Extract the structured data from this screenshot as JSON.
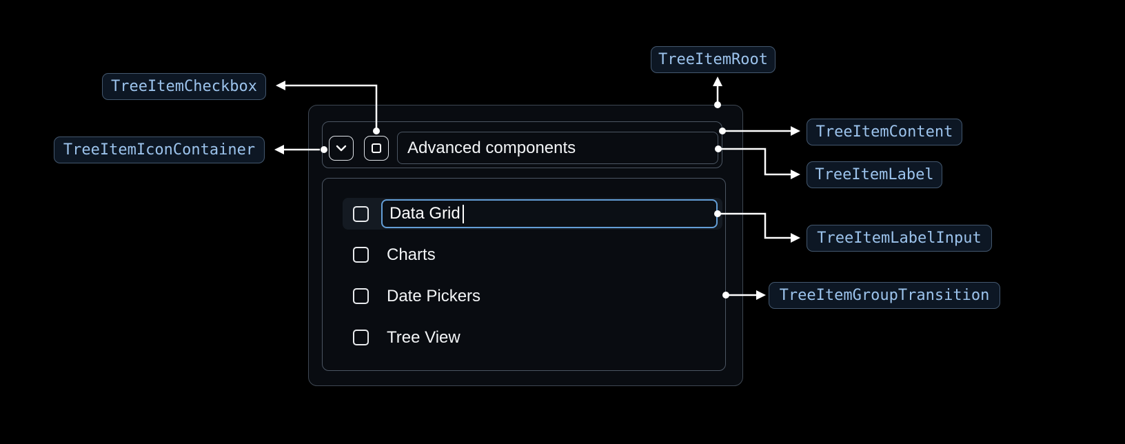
{
  "anatomy_labels": {
    "tree_item_root": "TreeItemRoot",
    "tree_item_checkbox": "TreeItemCheckbox",
    "tree_item_icon_container": "TreeItemIconContainer",
    "tree_item_content": "TreeItemContent",
    "tree_item_label": "TreeItemLabel",
    "tree_item_label_input": "TreeItemLabelInput",
    "tree_item_group_transition": "TreeItemGroupTransition"
  },
  "tree_view": {
    "parent_item": {
      "label": "Advanced components"
    },
    "editing_item": {
      "value": "Data Grid"
    },
    "child_items": [
      "Charts",
      "Date Pickers",
      "Tree View"
    ]
  },
  "icons": {
    "expand": "chevron-down-icon",
    "checkbox_glyph": "square-outline"
  },
  "colors": {
    "background": "#000000",
    "pill_text": "#9cc3ec",
    "pill_border": "#44586f",
    "pill_background": "#0d1724",
    "component_border": "#4c5663",
    "input_focus_border": "#649fd8",
    "connector": "#ffffff",
    "text": "#f3f5f7"
  }
}
